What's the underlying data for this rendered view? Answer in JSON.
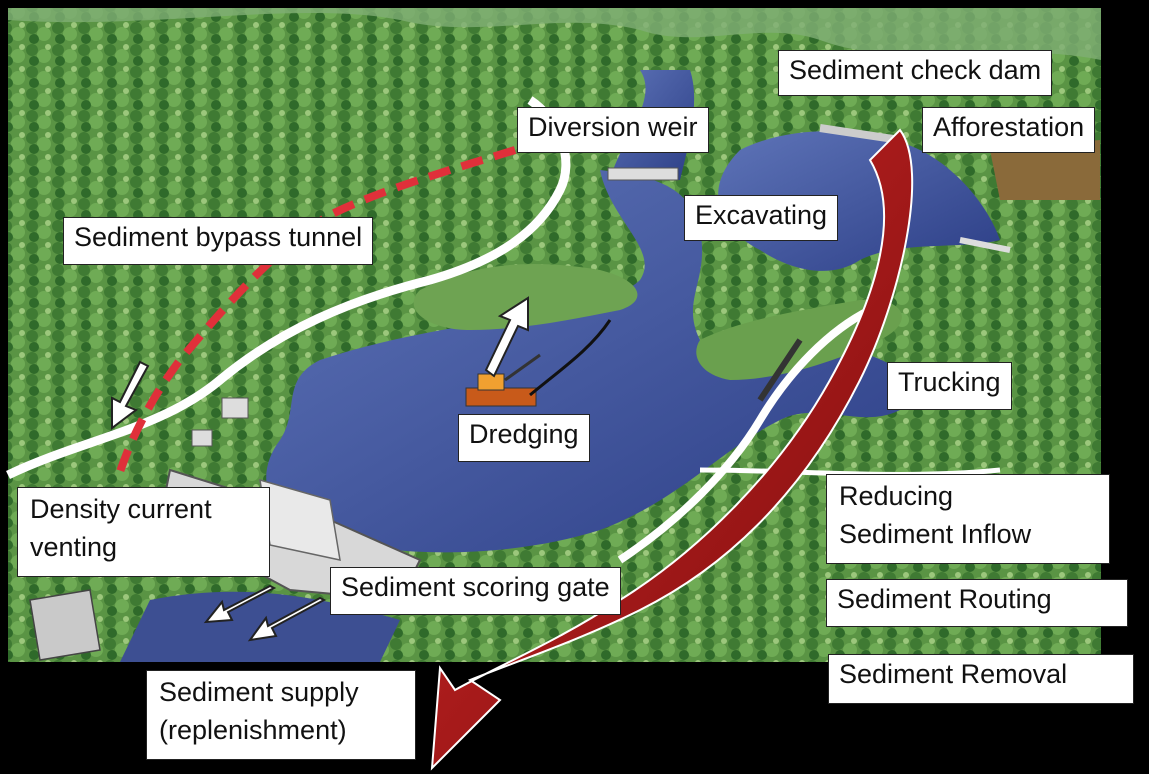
{
  "labels": {
    "sediment_check_dam": "Sediment check dam",
    "diversion_weir": "Diversion weir",
    "afforestation": "Afforestation",
    "excavating": "Excavating",
    "sediment_bypass_tunnel": "Sediment bypass tunnel",
    "trucking": "Trucking",
    "dredging": "Dredging",
    "density_current_line1": "Density current",
    "density_current_line2": "venting",
    "reducing_line1": "Reducing",
    "reducing_line2": "Sediment Inflow",
    "sediment_scoring_gate": "Sediment scoring gate",
    "sediment_routing": "Sediment Routing",
    "sediment_supply_line1": "Sediment supply",
    "sediment_supply_line2": "(replenishment)",
    "sediment_removal": "Sediment Removal"
  },
  "colors": {
    "background": "#000000",
    "forest": "#4f8a3c",
    "forest_light": "#8fbf6a",
    "water": "#3b4f9a",
    "road": "#ffffff",
    "tunnel_dash": "#e0303a",
    "sediment_arrow": "#b01818",
    "dam": "#c8c8c8"
  }
}
